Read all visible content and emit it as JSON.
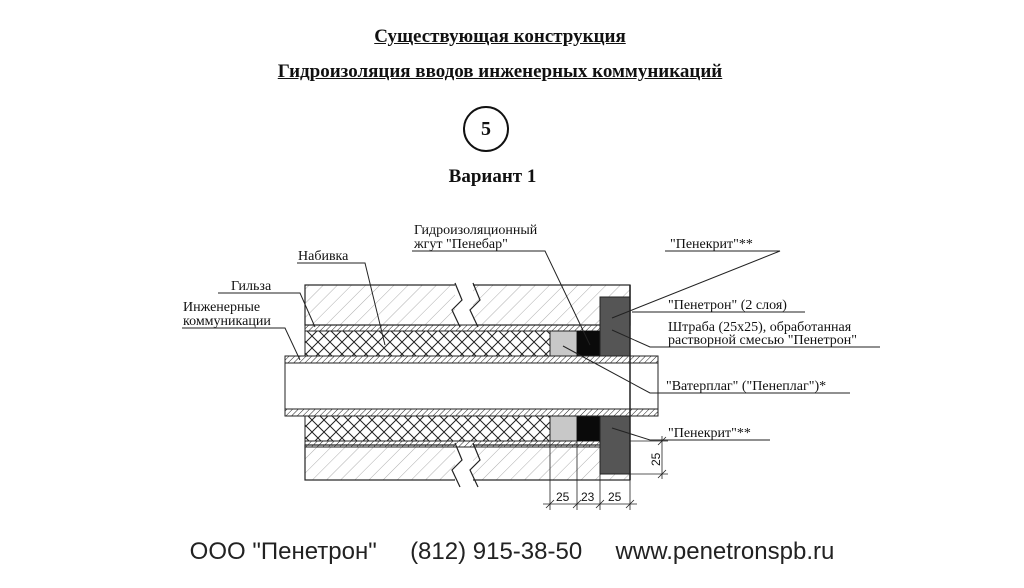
{
  "heading": {
    "title": "Существующая конструкция",
    "subtitle": "Гидроизоляция вводов инженерных коммуникаций",
    "number": "5",
    "variant": "Вариант 1"
  },
  "labels": {
    "gilza": "Гильза",
    "eng_line1": "Инженерные",
    "eng_line2": "коммуникации",
    "nabivka": "Набивка",
    "zhgut_line1": "Гидроизоляционный",
    "zhgut_line2": "жгут \"Пенебар\"",
    "penekrit_top": "\"Пенекрит\"**",
    "penetron": "\"Пенетрон\" (2 слоя)",
    "shtraba_line1": "Штраба (25х25), обработанная",
    "shtraba_line2": "растворной смесью \"Пенетрон\"",
    "vaterplag": "\"Ватерплаг\" (\"Пенеплаг\")*",
    "penekrit_bottom": "\"Пенекрит\"**"
  },
  "dimensions": {
    "d1": "25",
    "d2": "23",
    "d3": "25",
    "d_vertical": "25"
  },
  "footer": {
    "company": "ООО \"Пенетрон\"",
    "phone": "(812) 915-38-50",
    "website": "www.penetronspb.ru"
  }
}
